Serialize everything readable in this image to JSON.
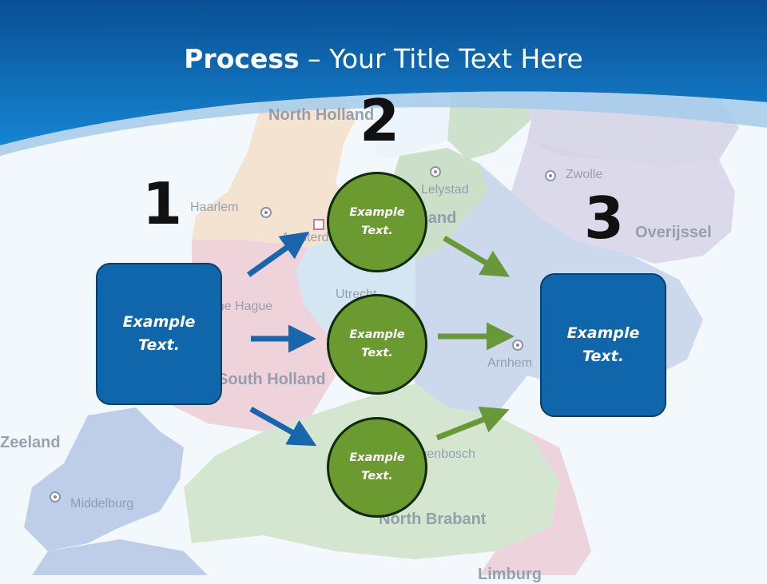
{
  "title": {
    "bold": "Process",
    "rest": " – Your Title Text Here"
  },
  "steps": {
    "one": "1",
    "two": "2",
    "three": "3"
  },
  "left_box": "Example Text.",
  "right_box": "Example Text.",
  "circles": [
    "Example Text.",
    "Example Text.",
    "Example Text."
  ],
  "map_labels": {
    "north_holland": "North Holland",
    "haarlem": "Haarlem",
    "amsterdam": "Amsterdam",
    "lelystad": "Lelystad",
    "flevoland": "Flevoland",
    "zwolle": "Zwolle",
    "overijssel": "Overijssel",
    "the_hague": "The Hague",
    "utrecht": "Utrecht",
    "south_holland": "South Holland",
    "arnhem": "Arnhem",
    "zeeland": "Zeeland",
    "middelburg": "Middelburg",
    "den_bosch": "'s-Hertogenbosch",
    "north_brabant": "North Brabant",
    "limburg": "Limburg"
  },
  "colors": {
    "header": "#0d5fa6",
    "box": "#0f66aa",
    "circle": "#6a9a30",
    "arrow_blue": "#1766ae",
    "arrow_green": "#68983a"
  }
}
